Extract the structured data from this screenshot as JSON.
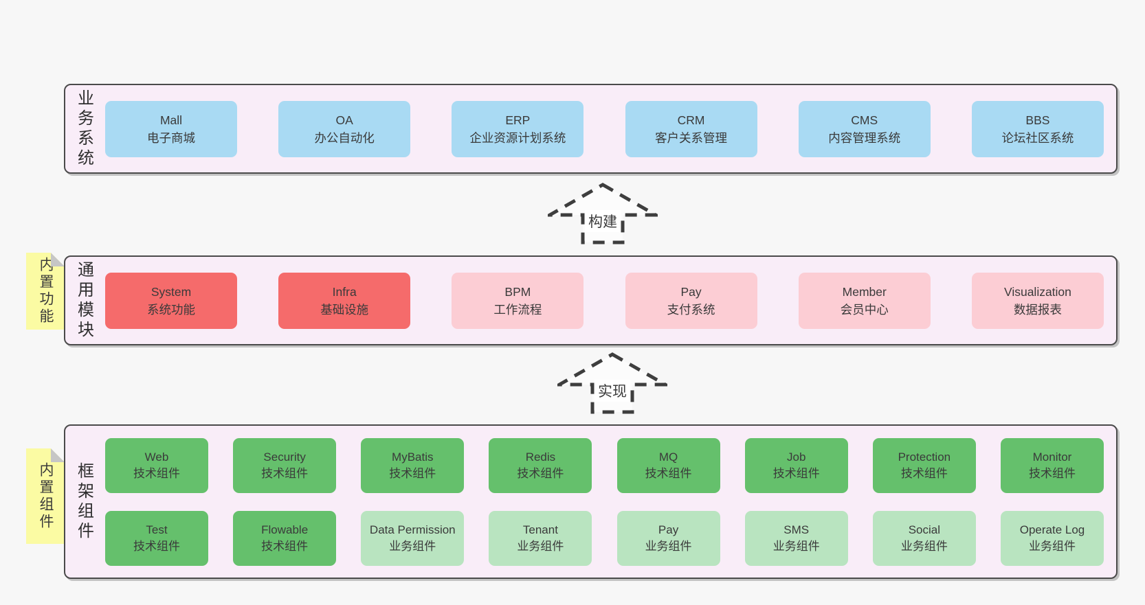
{
  "colors": {
    "page_bg": "#f7f7f7",
    "panel_bg": "#f9edf8",
    "panel_border": "#4a4a4a",
    "blue_box": "#a9daf3",
    "red_box": "#f56b6b",
    "pink_box": "#fccdd4",
    "green_dark_box": "#65c06c",
    "green_light_box": "#b9e4c0",
    "sticky_yellow": "#fbfba3",
    "text": "#3a3a3a"
  },
  "arrows": [
    {
      "label": "构建"
    },
    {
      "label": "实现"
    }
  ],
  "sections": {
    "business": {
      "label": "业务系统",
      "items": [
        {
          "name": "Mall",
          "desc": "电子商城"
        },
        {
          "name": "OA",
          "desc": "办公自动化"
        },
        {
          "name": "ERP",
          "desc": "企业资源计划系统"
        },
        {
          "name": "CRM",
          "desc": "客户关系管理"
        },
        {
          "name": "CMS",
          "desc": "内容管理系统"
        },
        {
          "name": "BBS",
          "desc": "论坛社区系统"
        }
      ]
    },
    "modules": {
      "label": "通用模块",
      "tag": "内置功能",
      "items": [
        {
          "name": "System",
          "desc": "系统功能",
          "variant": "red"
        },
        {
          "name": "Infra",
          "desc": "基础设施",
          "variant": "red"
        },
        {
          "name": "BPM",
          "desc": "工作流程",
          "variant": "pink"
        },
        {
          "name": "Pay",
          "desc": "支付系统",
          "variant": "pink"
        },
        {
          "name": "Member",
          "desc": "会员中心",
          "variant": "pink"
        },
        {
          "name": "Visualization",
          "desc": "数据报表",
          "variant": "pink"
        }
      ]
    },
    "framework": {
      "label": "框架组件",
      "tag": "内置组件",
      "rows": [
        {
          "items": [
            {
              "name": "Web",
              "desc": "技术组件",
              "variant": "dark"
            },
            {
              "name": "Security",
              "desc": "技术组件",
              "variant": "dark"
            },
            {
              "name": "MyBatis",
              "desc": "技术组件",
              "variant": "dark"
            },
            {
              "name": "Redis",
              "desc": "技术组件",
              "variant": "dark"
            },
            {
              "name": "MQ",
              "desc": "技术组件",
              "variant": "dark"
            },
            {
              "name": "Job",
              "desc": "技术组件",
              "variant": "dark"
            },
            {
              "name": "Protection",
              "desc": "技术组件",
              "variant": "dark"
            },
            {
              "name": "Monitor",
              "desc": "技术组件",
              "variant": "dark"
            }
          ]
        },
        {
          "items": [
            {
              "name": "Test",
              "desc": "技术组件",
              "variant": "dark"
            },
            {
              "name": "Flowable",
              "desc": "技术组件",
              "variant": "dark"
            },
            {
              "name": "Data Permission",
              "desc": "业务组件",
              "variant": "light"
            },
            {
              "name": "Tenant",
              "desc": "业务组件",
              "variant": "light"
            },
            {
              "name": "Pay",
              "desc": "业务组件",
              "variant": "light"
            },
            {
              "name": "SMS",
              "desc": "业务组件",
              "variant": "light"
            },
            {
              "name": "Social",
              "desc": "业务组件",
              "variant": "light"
            },
            {
              "name": "Operate Log",
              "desc": "业务组件",
              "variant": "light"
            }
          ]
        }
      ]
    }
  }
}
